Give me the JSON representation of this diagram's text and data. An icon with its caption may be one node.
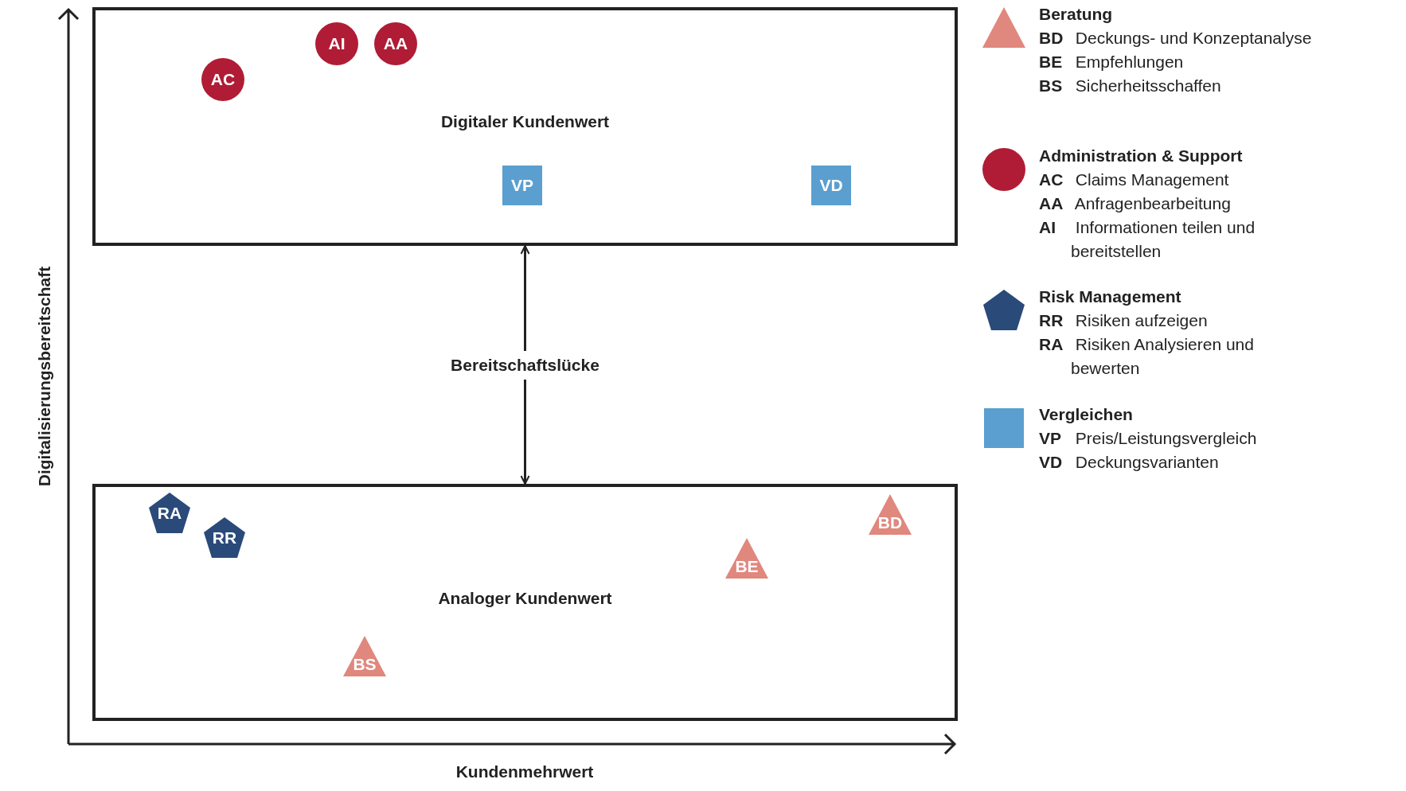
{
  "diagram": {
    "nodes": [
      {
        "text": [
          "Digitaler Kundenwert"
        ]
      },
      {
        "text": [
          "AI"
        ],
        "in": 0
      },
      {
        "text": [
          "AA"
        ],
        "in": 0
      },
      {
        "text": [
          "AC"
        ],
        "in": 0
      },
      {
        "text": [
          "VP"
        ],
        "in": 0
      },
      {
        "text": [
          "VD"
        ],
        "in": 0
      },
      {
        "text": [
          "Analoger Kundenwert"
        ]
      },
      {
        "text": [
          "RA"
        ],
        "in": 6
      },
      {
        "text": [
          "BD"
        ],
        "in": 6
      },
      {
        "text": [
          "RR"
        ],
        "in": 6
      },
      {
        "text": [
          "BE"
        ],
        "in": 6
      },
      {
        "text": [
          "BS"
        ],
        "in": 6
      }
    ],
    "edges": [
      {
        "from": 0,
        "to": 6,
        "arrow": "both",
        "label": "Bereitschaftslücke"
      }
    ],
    "labels": [
      "Digitalisierungsbereitschaft",
      "Kundenmehrwert"
    ],
    "legend": [
      {
        "text": "Beratung"
      },
      {
        "text": "**BD** Deckungs- und Konzeptanalyse"
      },
      {
        "text": "**BE** Empfehlungen"
      },
      {
        "text": "**BS** Sicherheitsschaffen"
      },
      {
        "text": "Administration & Support"
      },
      {
        "text": "**AC** Claims Management"
      },
      {
        "text": "**AA** Anfragenbearbeitung"
      },
      {
        "text": "**AI** Informationen teilen und bereitstellen"
      },
      {
        "text": "Risk Management"
      },
      {
        "text": "**RR** Risiken aufzeigen"
      },
      {
        "text": "**RA** Risiken Analysieren und bewerten"
      },
      {
        "text": "Vergleichen"
      },
      {
        "text": "**VP** Preis/Leistungsvergleich"
      },
      {
        "text": "**VD** Deckungsvarianten"
      }
    ]
  }
}
